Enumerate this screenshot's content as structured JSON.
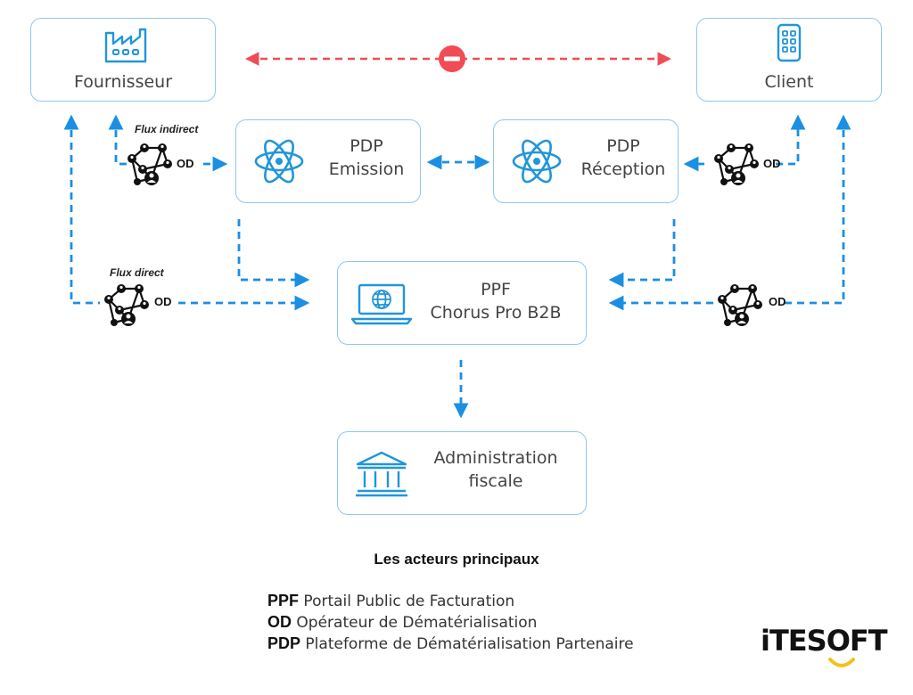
{
  "nodes": {
    "fournisseur": "Fournisseur",
    "client": "Client",
    "pdp_emission": [
      "PDP",
      "Emission"
    ],
    "pdp_reception": [
      "PDP",
      "Réception"
    ],
    "ppf": [
      "PPF",
      "Chorus Pro B2B"
    ],
    "administration": [
      "Administration",
      "fiscale"
    ]
  },
  "flows": {
    "indirect": "Flux indirect",
    "direct": "Flux direct",
    "od": "OD"
  },
  "legend": {
    "title": "Les acteurs principaux",
    "items": [
      {
        "abbr": "PPF",
        "text": "Portail Public de Facturation"
      },
      {
        "abbr": "OD",
        "text": "Opérateur de Dématérialisation"
      },
      {
        "abbr": "PDP",
        "text": "Plateforme de Dématérialisation Partenaire"
      }
    ]
  },
  "logo": "iTESOFT",
  "colors": {
    "arrow": "#1a8fe3",
    "forbidden": "#f04c55",
    "box_border": "#8cc8f0",
    "icon": "#2196d9",
    "logo_accent": "#f2c21b"
  },
  "icons": [
    "factory-icon",
    "phone-app-icon",
    "atom-icon",
    "laptop-globe-icon",
    "bank-icon",
    "network-od-icon",
    "forbidden-icon"
  ]
}
